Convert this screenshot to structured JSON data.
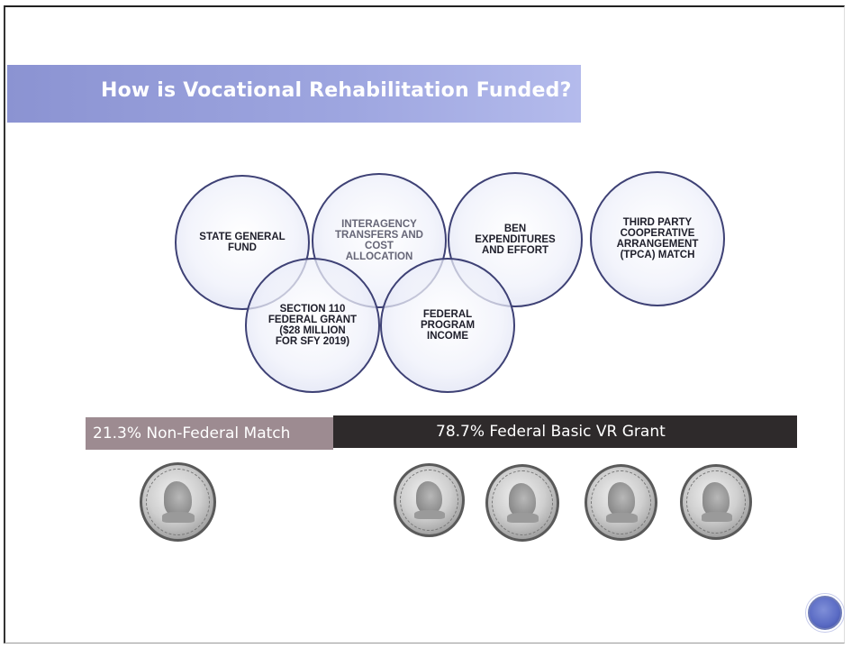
{
  "slide": {
    "title": "How is Vocational Rehabilitation Funded?"
  },
  "sources": [
    {
      "label": "STATE GENERAL\nFUND"
    },
    {
      "label": "INTERAGENCY\nTRANSFERS AND\nCOST\nALLOCATION"
    },
    {
      "label": "BEN\nEXPENDITURES\nAND EFFORT"
    },
    {
      "label": "THIRD PARTY\nCOOPERATIVE\nARRANGEMENT\n(TPCA) MATCH"
    },
    {
      "label": "SECTION 110\nFEDERAL GRANT\n($28 MILLION\nFOR SFY 2019)"
    },
    {
      "label": "FEDERAL\nPROGRAM\nINCOME"
    }
  ],
  "split": {
    "non_federal_label": "21.3% Non-Federal Match",
    "federal_label": "78.7% Federal Basic VR Grant",
    "colors": {
      "non_federal": "#9d8b91",
      "federal": "#2e2a2b"
    }
  },
  "icons": {
    "coin": "quarter-coin-icon",
    "nav": "next-slide-button-icon"
  },
  "colors": {
    "title_bar": "#9ea6e0",
    "circle_border": "#3e4175"
  }
}
